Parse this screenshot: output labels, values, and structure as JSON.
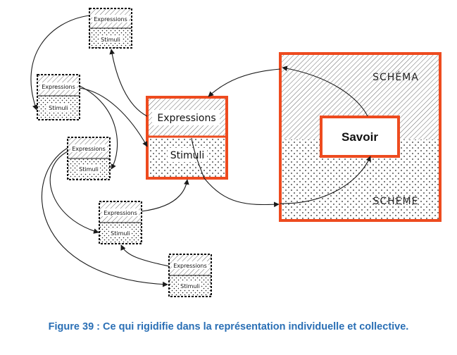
{
  "diagram": {
    "main_box": {
      "expressions": "Expressions",
      "stimuli": "Stimuli"
    },
    "big_box": {
      "schema": "SCHÉMA",
      "scheme": "SCHÈME",
      "savoir": "Savoir"
    },
    "small_boxes": [
      {
        "expressions": "Expressions",
        "stimuli": "Stimuli"
      },
      {
        "expressions": "Expressions",
        "stimuli": "Stimuli"
      },
      {
        "expressions": "Expressions",
        "stimuli": "Stimuli"
      },
      {
        "expressions": "Expressions",
        "stimuli": "Stimuli"
      },
      {
        "expressions": "Expressions",
        "stimuli": "Stimuli"
      }
    ],
    "colors": {
      "accent": "#ee4b1f",
      "caption": "#2a6fb5",
      "line": "#1a1a1a"
    }
  },
  "caption": "Figure 39 : Ce qui rigidifie dans la représentation individuelle et collective."
}
